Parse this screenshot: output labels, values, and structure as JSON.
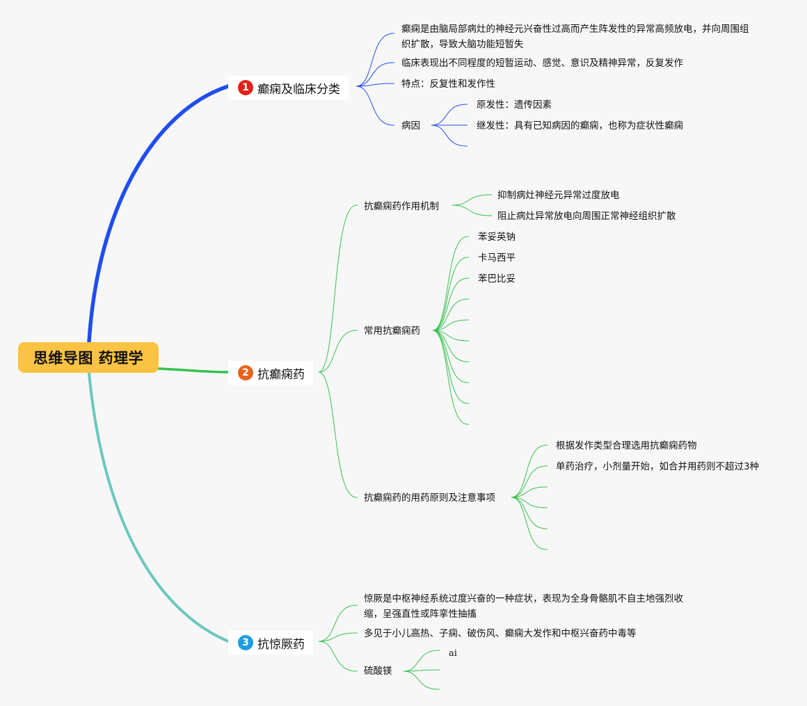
{
  "colors": {
    "branch1": "#1f4ef0",
    "branch2": "#35c14f",
    "branch3": "#6cc7bd",
    "root_bg": "#fbc343",
    "badge1": "#e3221b",
    "badge2": "#e8641b",
    "badge3": "#1f9be0"
  },
  "root": {
    "label": "思维导图 药理学"
  },
  "branches": [
    {
      "num": "1",
      "label": "癫痫及临床分类",
      "children": [
        {
          "text": "癫痫是由脑局部病灶的神经元兴奋性过高而产生阵发性的异常高频放电，并向周围组织扩散，导致大脑功能短暂失"
        },
        {
          "text": "临床表现出不同程度的短暂运动、感觉、意识及精神异常，反复发作"
        },
        {
          "text": "特点：反复性和发作性"
        },
        {
          "text": "病因",
          "children": [
            "原发性：遗传因素",
            "继发性：具有已知病因的癫痫，也称为症状性癫痫",
            ""
          ]
        }
      ]
    },
    {
      "num": "2",
      "label": "抗癫痫药",
      "children": [
        {
          "text": "抗癫痫药作用机制",
          "children": [
            "抑制病灶神经元异常过度放电",
            "阻止病灶异常放电向周围正常神经组织扩散"
          ]
        },
        {
          "text": "常用抗癫痫药",
          "children": [
            "苯妥英钠",
            "卡马西平",
            "苯巴比妥",
            "",
            "",
            "",
            "",
            "",
            "",
            ""
          ]
        },
        {
          "text": "抗癫痫药的用药原则及注意事项",
          "children": [
            "根据发作类型合理选用抗癫痫药物",
            "单药治疗，小剂量开始，如合并用药则不超过3种",
            "",
            "",
            "",
            ""
          ]
        }
      ]
    },
    {
      "num": "3",
      "label": "抗惊厥药",
      "children": [
        {
          "text": "惊厥是中枢神经系统过度兴奋的一种症状，表现为全身骨骼肌不自主地强烈收缩，呈强直性或阵挛性抽搐"
        },
        {
          "text": "多见于小儿高热、子痫、破伤风、癫痫大发作和中枢兴奋药中毒等"
        },
        {
          "text": "硫酸镁",
          "children": [
            "ai",
            "",
            ""
          ]
        }
      ]
    }
  ]
}
